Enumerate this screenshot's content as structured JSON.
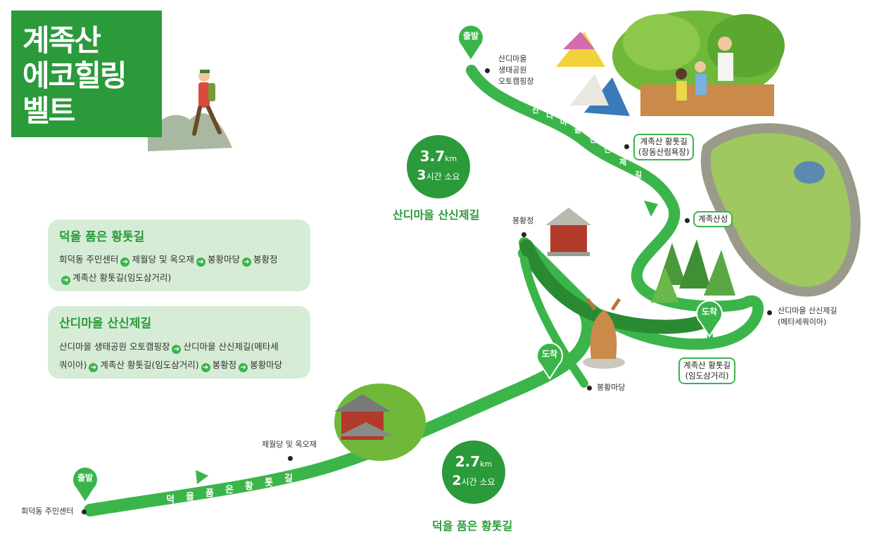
{
  "title": {
    "line1": "계족산",
    "line2": "에코힐링",
    "line3": "벨트"
  },
  "panels": [
    {
      "heading": "덕을 품은 황톳길",
      "line1": [
        "회덕동 주민센터",
        "제월당 및 옥오재",
        "봉황마당",
        "봉황정"
      ],
      "line2": [
        "계족산 황톳길(임도삼거리)"
      ]
    },
    {
      "heading": "산디마을 산신제길",
      "line1": [
        "산디마을 생태공원 오토캠핑장",
        "산디마을 산신제길(메타세"
      ],
      "line2": [
        "쿼이아)",
        "계족산 황톳길(임도삼거리)",
        "봉황정",
        "봉황마당"
      ]
    }
  ],
  "routes": {
    "upper": {
      "distance": "3.7",
      "unit": "km",
      "hours": "3",
      "time_suffix": "시간 소요",
      "name": "산디마을 산신제길"
    },
    "lower": {
      "distance": "2.7",
      "unit": "km",
      "hours": "2",
      "time_suffix": "시간 소요",
      "name": "덕을 품은 황톳길"
    }
  },
  "pins": {
    "start": "출발",
    "arrive": "도착"
  },
  "places": {
    "sandi_camp": [
      "산디마을",
      "생태공원",
      "오토캠핑장"
    ],
    "bonghwangjeong": "봉황정",
    "bonghwang_madang": "봉황마당",
    "jewoldang": "제월당 및 옥오재",
    "hoedeok_center": "회덕동 주민센터",
    "sanshinje_meta": [
      "산디마을 산신제길",
      "(메타세쿼이아)"
    ]
  },
  "tags": {
    "hwangtogil_jangdong": [
      "계족산 황톳길",
      "(장동산림욕장)"
    ],
    "gyejok_fortress": "계족산성",
    "hwangtogil_imdo": [
      "계족산 황톳길",
      "(임도삼거리)"
    ]
  },
  "path_text": {
    "lower": [
      "덕",
      "을",
      "품",
      "은",
      "황",
      "톳",
      "길"
    ],
    "upper": [
      "산",
      "디",
      "마",
      "을",
      "산",
      "신",
      "제",
      "길"
    ]
  },
  "colors": {
    "brand": "#2a9a3a",
    "path": "#3bb54a",
    "panel": "#d6ecd6"
  }
}
